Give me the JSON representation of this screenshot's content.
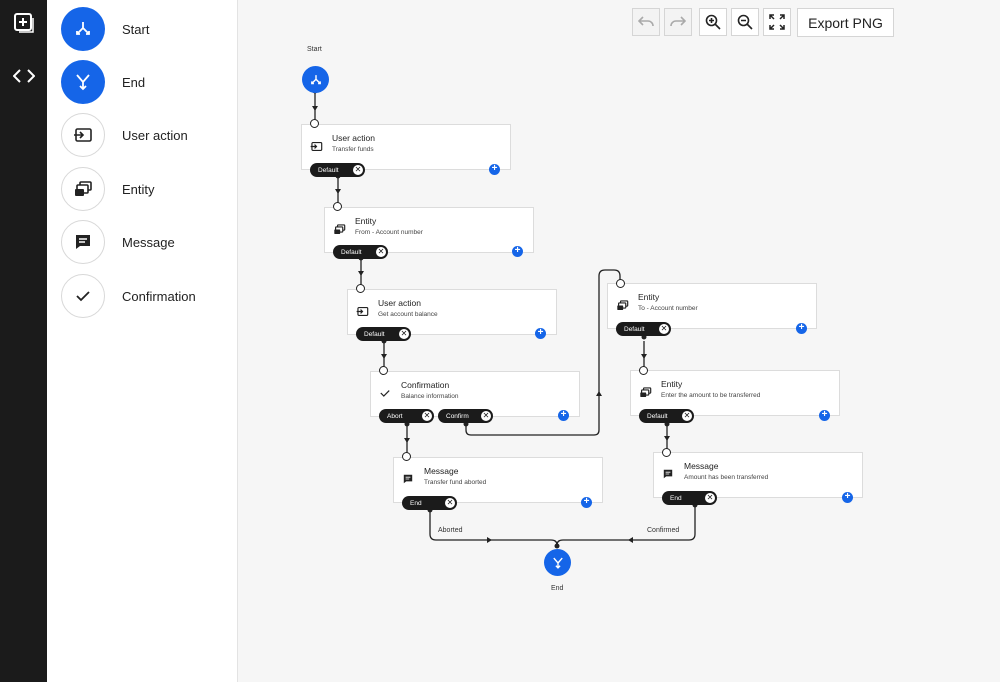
{
  "palette": {
    "start": "Start",
    "end": "End",
    "user_action": "User action",
    "entity": "Entity",
    "message": "Message",
    "confirmation": "Confirmation"
  },
  "toolbar": {
    "export_label": "Export PNG"
  },
  "colors": {
    "accent": "#1565e8",
    "rail": "#1b1b1b"
  },
  "flow": {
    "start_label": "Start",
    "end_label": "End",
    "nodes": [
      {
        "title": "User action",
        "subtitle": "Transfer funds",
        "outputs": [
          "Default"
        ]
      },
      {
        "title": "Entity",
        "subtitle": "From - Account number",
        "outputs": [
          "Default"
        ]
      },
      {
        "title": "User action",
        "subtitle": "Get account balance",
        "outputs": [
          "Default"
        ]
      },
      {
        "title": "Confirmation",
        "subtitle": "Balance information",
        "outputs": [
          "Abort",
          "Confirm"
        ]
      },
      {
        "title": "Message",
        "subtitle": "Transfer fund aborted",
        "outputs": [
          "End"
        ]
      },
      {
        "title": "Entity",
        "subtitle": "To - Account number",
        "outputs": [
          "Default"
        ]
      },
      {
        "title": "Entity",
        "subtitle": "Enter the amount to be transferred",
        "outputs": [
          "Default"
        ]
      },
      {
        "title": "Message",
        "subtitle": "Amount has been transferred",
        "outputs": [
          "End"
        ]
      }
    ],
    "edge_labels": {
      "aborted": "Aborted",
      "confirmed": "Confirmed"
    }
  }
}
